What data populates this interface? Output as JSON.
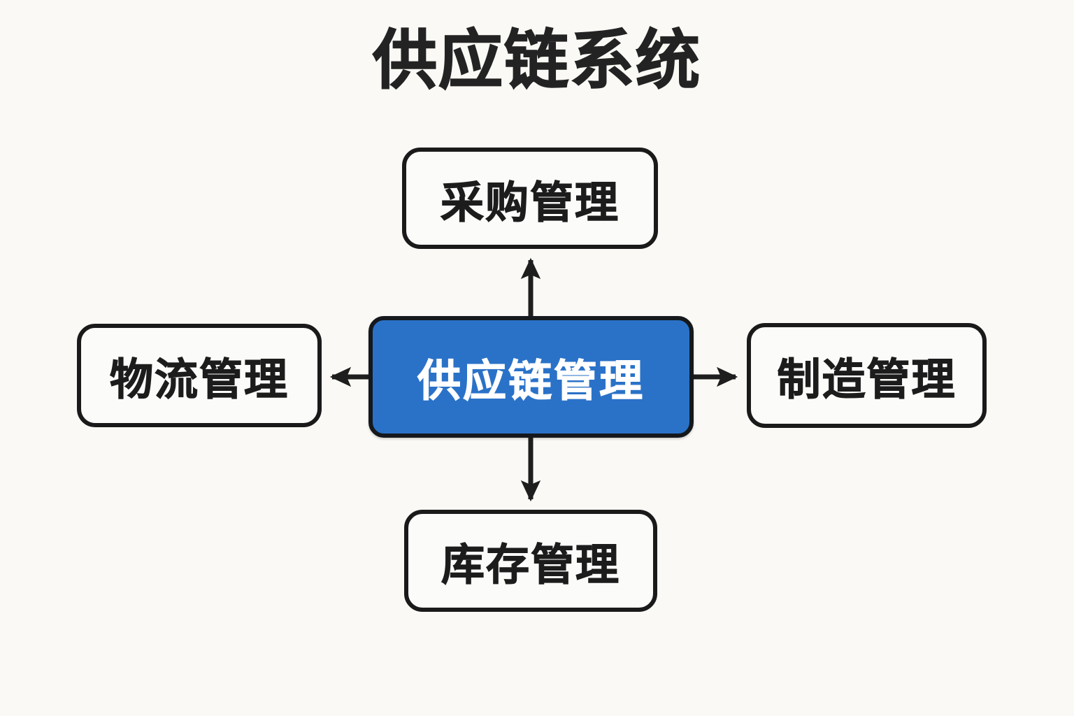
{
  "title": "供应链系统",
  "background_color": "#faf9f5",
  "colors": {
    "accent_blue": "#2a72c8",
    "border_black": "#1a1a1a",
    "node_fill": "#fbfbf9",
    "text_dark": "#1c1c1c",
    "text_light": "#ffffff"
  },
  "nodes": {
    "center": {
      "label": "供应链管理",
      "role": "hub"
    },
    "top": {
      "label": "采购管理",
      "role": "branch"
    },
    "left": {
      "label": "物流管理",
      "role": "branch"
    },
    "right": {
      "label": "制造管理",
      "role": "branch"
    },
    "bottom": {
      "label": "库存管理",
      "role": "branch"
    }
  },
  "connections": [
    {
      "from": "center",
      "to": "top",
      "direction": "up",
      "style": "solid-arrow"
    },
    {
      "from": "center",
      "to": "left",
      "direction": "left",
      "style": "solid-arrow"
    },
    {
      "from": "center",
      "to": "right",
      "direction": "right",
      "style": "solid-arrow"
    },
    {
      "from": "center",
      "to": "bottom",
      "direction": "down",
      "style": "solid-arrow"
    }
  ]
}
